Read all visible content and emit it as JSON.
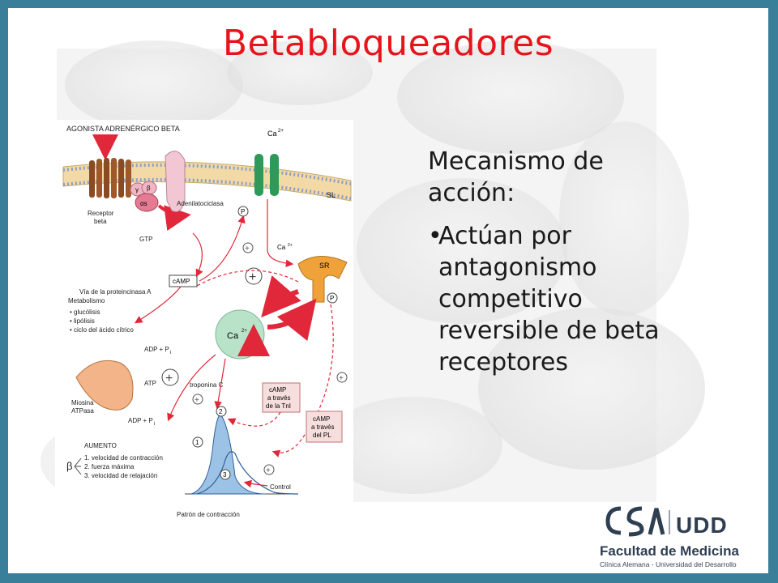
{
  "slide": {
    "title": "Betabloqueadores",
    "body": {
      "heading": "Mecanismo de acción:",
      "bullet": "•",
      "bullet_text": "Actúan por antagonismo competitivo reversible de beta receptores"
    }
  },
  "diagram": {
    "labels": {
      "agonist": "AGONISTA ADRENÉRGICO BETA",
      "ca_top": "Ca",
      "ca_sup": "2+",
      "gamma": "γ",
      "beta": "β",
      "alpha_s": "αs",
      "adenylate": "Adenilatociclasa",
      "sl": "SL",
      "receptor1": "Receptor",
      "receptor2": "beta",
      "gtp": "GTP",
      "p1": "P",
      "ca2": "Ca",
      "ca2_sup": "2+",
      "sr": "SR",
      "camp": "cAMP",
      "pka": "Vía de la proteincinasa A",
      "p2": "P",
      "metab_title": "Metabolismo",
      "metab_1": "• glucólisis",
      "metab_2": "• lipólisis",
      "metab_3": "• ciclo del ácido cítrico",
      "adp_pi_1": "ADP + P",
      "pi_sub": "i",
      "ca_center": "Ca",
      "ca_center_sup": "2+",
      "atp": "ATP",
      "troponin": "troponina C",
      "myosin1": "Miosina",
      "myosin2": "ATPasa",
      "camp_tni_1": "cAMP",
      "camp_tni_2": "a través",
      "camp_tni_3": "de la TnI",
      "camp_pl_1": "cAMP",
      "camp_pl_2": "a través",
      "camp_pl_3": "del PL",
      "adp_pi_2": "ADP + P",
      "num1": "1",
      "num2": "2",
      "num3": "3",
      "aumento": "AUMENTO",
      "beta_sym": "β",
      "inc1": "1. velocidad de contracción",
      "inc2": "2. fuerza máxima",
      "inc3": "3. velocidad de relajación",
      "control": "Control",
      "pattern": "Patrón de contracción"
    }
  },
  "logo": {
    "udd": "UDD",
    "faculty": "Facultad de Medicina",
    "clinic": "Clínica Alemana - Universidad del Desarrollo"
  },
  "colors": {
    "frame": "#3a7f9a",
    "title": "#e8141b",
    "arrow_red": "#e0283a",
    "calcium_green": "#b9e3c9",
    "sr_orange": "#f0a23a",
    "curve_blue": "#9cc3e6"
  }
}
